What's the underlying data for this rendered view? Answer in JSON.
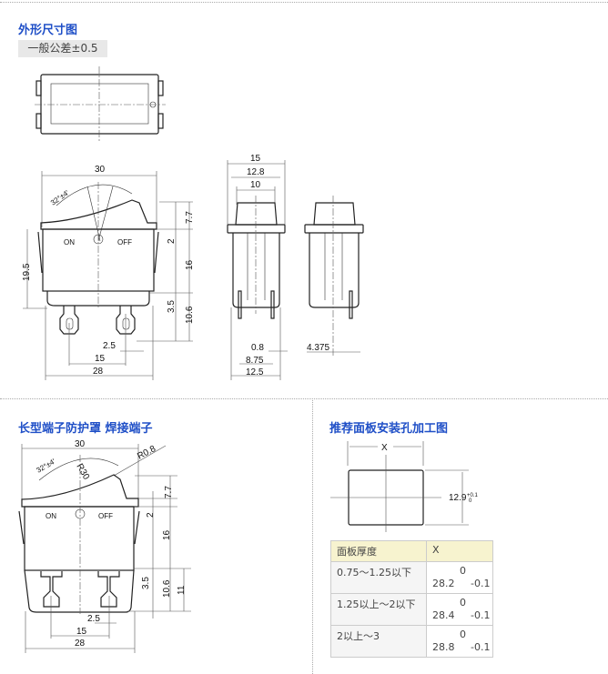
{
  "sections": {
    "outline": {
      "title": "外形尺寸图",
      "tolerance_note": "一般公差±0.5"
    },
    "long_terminal": {
      "title": "长型端子防护罩 焊接端子"
    },
    "panel_cutout": {
      "title": "推荐面板安装孔加工图"
    }
  },
  "dims": {
    "side": {
      "w30": "30",
      "angle": "32°±4'",
      "on": "ON",
      "off": "OFF",
      "d7_7": "7.7",
      "d2": "2",
      "d19_5": "19.5",
      "d16": "16",
      "d3_5": "3.5",
      "d10_6": "10.6",
      "d2_5": "2.5",
      "d15": "15",
      "d28": "28"
    },
    "front": {
      "d15": "15",
      "d12_8": "12.8",
      "d10": "10",
      "d0_8": "0.8",
      "d8_75": "8.75",
      "d12_5": "12.5"
    },
    "back": {
      "d4_375": "4.375"
    },
    "long": {
      "w30": "30",
      "r0_8": "R0.8",
      "r30": "R30",
      "angle": "32°±4'",
      "on": "ON",
      "off": "OFF",
      "d7_7": "7.7",
      "d2": "2",
      "d16": "16",
      "d3_5": "3.5",
      "d10_6": "10.6",
      "d11": "11",
      "d2_5": "2.5",
      "d15": "15",
      "d28": "28"
    },
    "cutout": {
      "x": "X",
      "h": "12.9",
      "h_tol_upper": "+0.1",
      "h_tol_lower": "0"
    }
  },
  "table": {
    "headers": [
      "面板厚度",
      "X"
    ],
    "rows": [
      {
        "thickness": "0.75～1.25以下",
        "x": "28.2",
        "upper": "0",
        "lower": "-0.1"
      },
      {
        "thickness": "1.25以上～2以下",
        "x": "28.4",
        "upper": "0",
        "lower": "-0.1"
      },
      {
        "thickness": "2以上～3",
        "x": "28.8",
        "upper": "0",
        "lower": "-0.1"
      }
    ]
  }
}
